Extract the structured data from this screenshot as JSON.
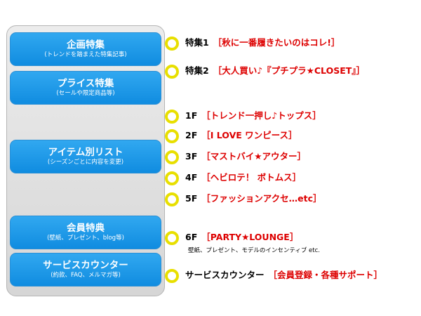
{
  "menu": [
    {
      "title": "企画特集",
      "subtitle": "(トレンドを踏まえた特集記事)"
    },
    {
      "title": "プライス特集",
      "subtitle": "(セールや限定商品等)"
    },
    {
      "title": "アイテム別リスト",
      "subtitle": "(シーズンごとに内容を変更)"
    },
    {
      "title": "会員特典",
      "subtitle": "(壁紙、プレゼント、blog等)"
    },
    {
      "title": "サービスカウンター",
      "subtitle": "(約款、FAQ、メルマガ等)"
    }
  ],
  "items": [
    {
      "label": "特集1",
      "title": "［秋に一番履きたいのはコレ!］"
    },
    {
      "label": "特集2",
      "title": "［大人買い♪『プチプラ★CLOSET』］"
    },
    {
      "label": "1F",
      "title": "［トレンド一押し♪トップス］"
    },
    {
      "label": "2F",
      "title": "［I LOVE ワンピース］"
    },
    {
      "label": "3F",
      "title": "［マストバイ★アウター］"
    },
    {
      "label": "4F",
      "title": "［ヘビロテ！ ボトムス］"
    },
    {
      "label": "5F",
      "title": "［ファッションアクセ…etc］"
    },
    {
      "label": "6F",
      "title": "［PARTY★LOUNGE］"
    },
    {
      "label": "サービスカウンター",
      "title": "［会員登録・各種サポート］"
    }
  ],
  "note": "壁紙、プレゼント、モデルのインセンティブ etc.",
  "colors": {
    "button": "#1a96e6",
    "dot_ring": "#e8df00",
    "title_red": "#dd0000"
  }
}
